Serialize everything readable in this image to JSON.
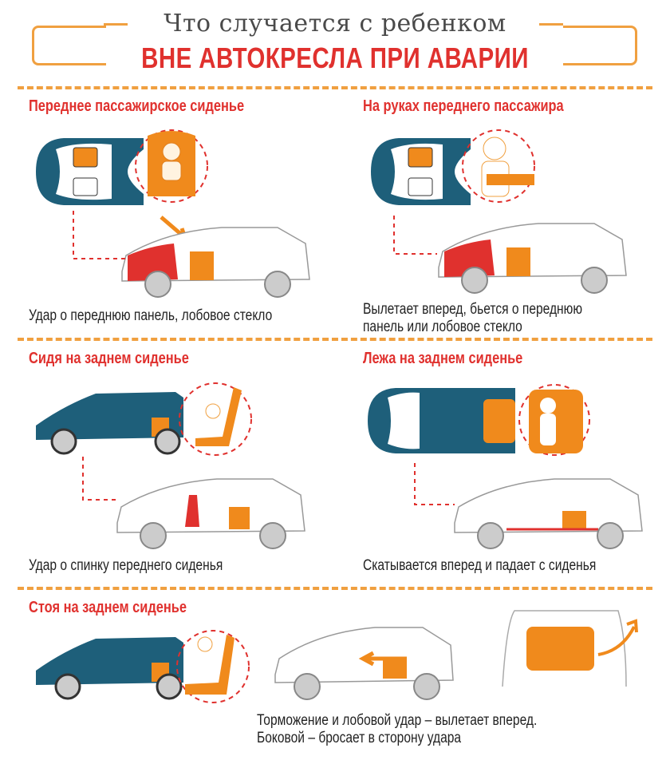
{
  "header": {
    "subtitle": "Что случается с ребенком",
    "title": "ВНЕ АВТОКРЕСЛА ПРИ АВАРИИ"
  },
  "colors": {
    "accent_red": "#e0312e",
    "accent_orange": "#f0a040",
    "seat_orange": "#f08a1c",
    "car_teal": "#1e5f7a",
    "text_dark": "#222222"
  },
  "sections": [
    {
      "id": "front-seat",
      "title": "Переднее пассажирское сиденье",
      "caption_lines": [
        "Удар о переднюю панель, лобовое стекло"
      ]
    },
    {
      "id": "in-arms",
      "title": "На руках переднего пассажира",
      "caption_lines": [
        "Вылетает вперед, бьется о переднюю",
        "панель или лобовое стекло"
      ]
    },
    {
      "id": "sitting-rear",
      "title": "Сидя на заднем сиденье",
      "caption_lines": [
        "Удар о спинку переднего сиденья"
      ]
    },
    {
      "id": "lying-rear",
      "title": "Лежа на заднем сиденье",
      "caption_lines": [
        "Скатывается вперед и падает с сиденья"
      ]
    },
    {
      "id": "standing-rear",
      "title": "Стоя на заднем сиденье",
      "caption_lines": [
        "Торможение и лобовой удар – вылетает вперед.",
        "Боковой – бросает в сторону удара"
      ]
    }
  ],
  "icons": [
    "car-top-view-icon",
    "car-side-view-icon",
    "child-seat-icon",
    "child-figure-icon",
    "impact-arrow-icon",
    "hand-icon",
    "dashed-circle-icon"
  ]
}
